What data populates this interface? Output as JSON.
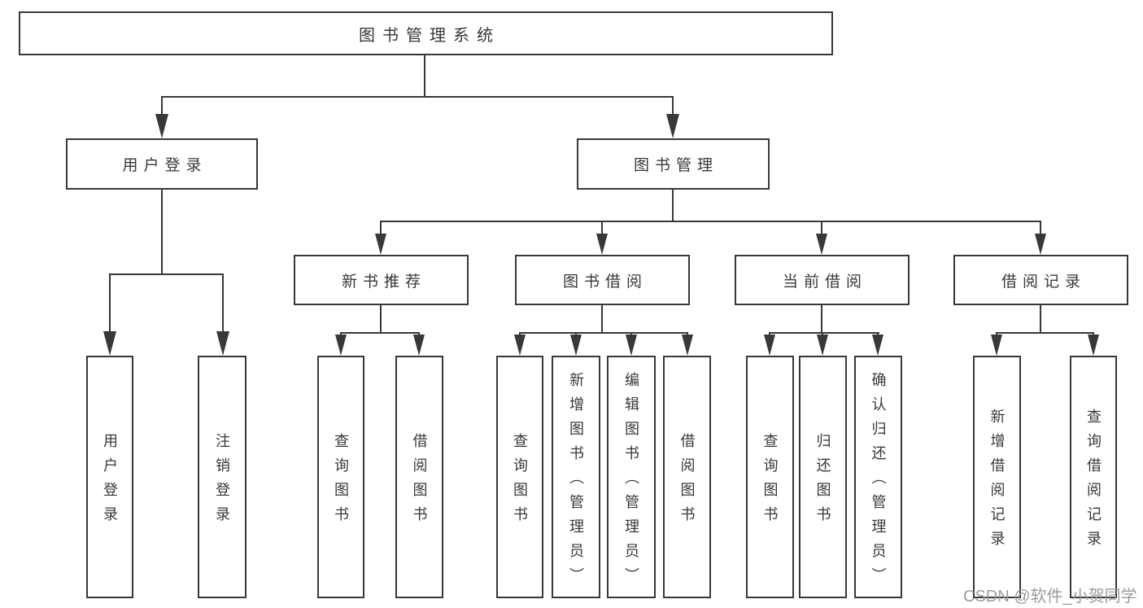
{
  "diagram": {
    "title": "图书管理系统",
    "level2": [
      {
        "label": "用户登录"
      },
      {
        "label": "图书管理"
      }
    ],
    "level3": [
      {
        "label": "新书推荐"
      },
      {
        "label": "图书借阅"
      },
      {
        "label": "当前借阅"
      },
      {
        "label": "借阅记录"
      }
    ],
    "leaves": [
      {
        "group": "用户登录",
        "label": "用户登录"
      },
      {
        "group": "用户登录",
        "label": "注销登录"
      },
      {
        "group": "新书推荐",
        "label": "查询图书"
      },
      {
        "group": "新书推荐",
        "label": "借阅图书"
      },
      {
        "group": "图书借阅",
        "label": "查询图书"
      },
      {
        "group": "图书借阅",
        "label": "新增图书（管理员）"
      },
      {
        "group": "图书借阅",
        "label": "编辑图书（管理员）"
      },
      {
        "group": "图书借阅",
        "label": "借阅图书"
      },
      {
        "group": "当前借阅",
        "label": "查询图书"
      },
      {
        "group": "当前借阅",
        "label": "归还图书"
      },
      {
        "group": "当前借阅",
        "label": "确认归还（管理员）"
      },
      {
        "group": "借阅记录",
        "label": "新增借阅记录"
      },
      {
        "group": "借阅记录",
        "label": "查询借阅记录"
      }
    ],
    "watermark": "CSDN @软件_小贺同学",
    "colors": {
      "line": "#383838",
      "text": "#383838",
      "watermark_text": "#9c9c9c",
      "background": "#ffffff"
    }
  }
}
